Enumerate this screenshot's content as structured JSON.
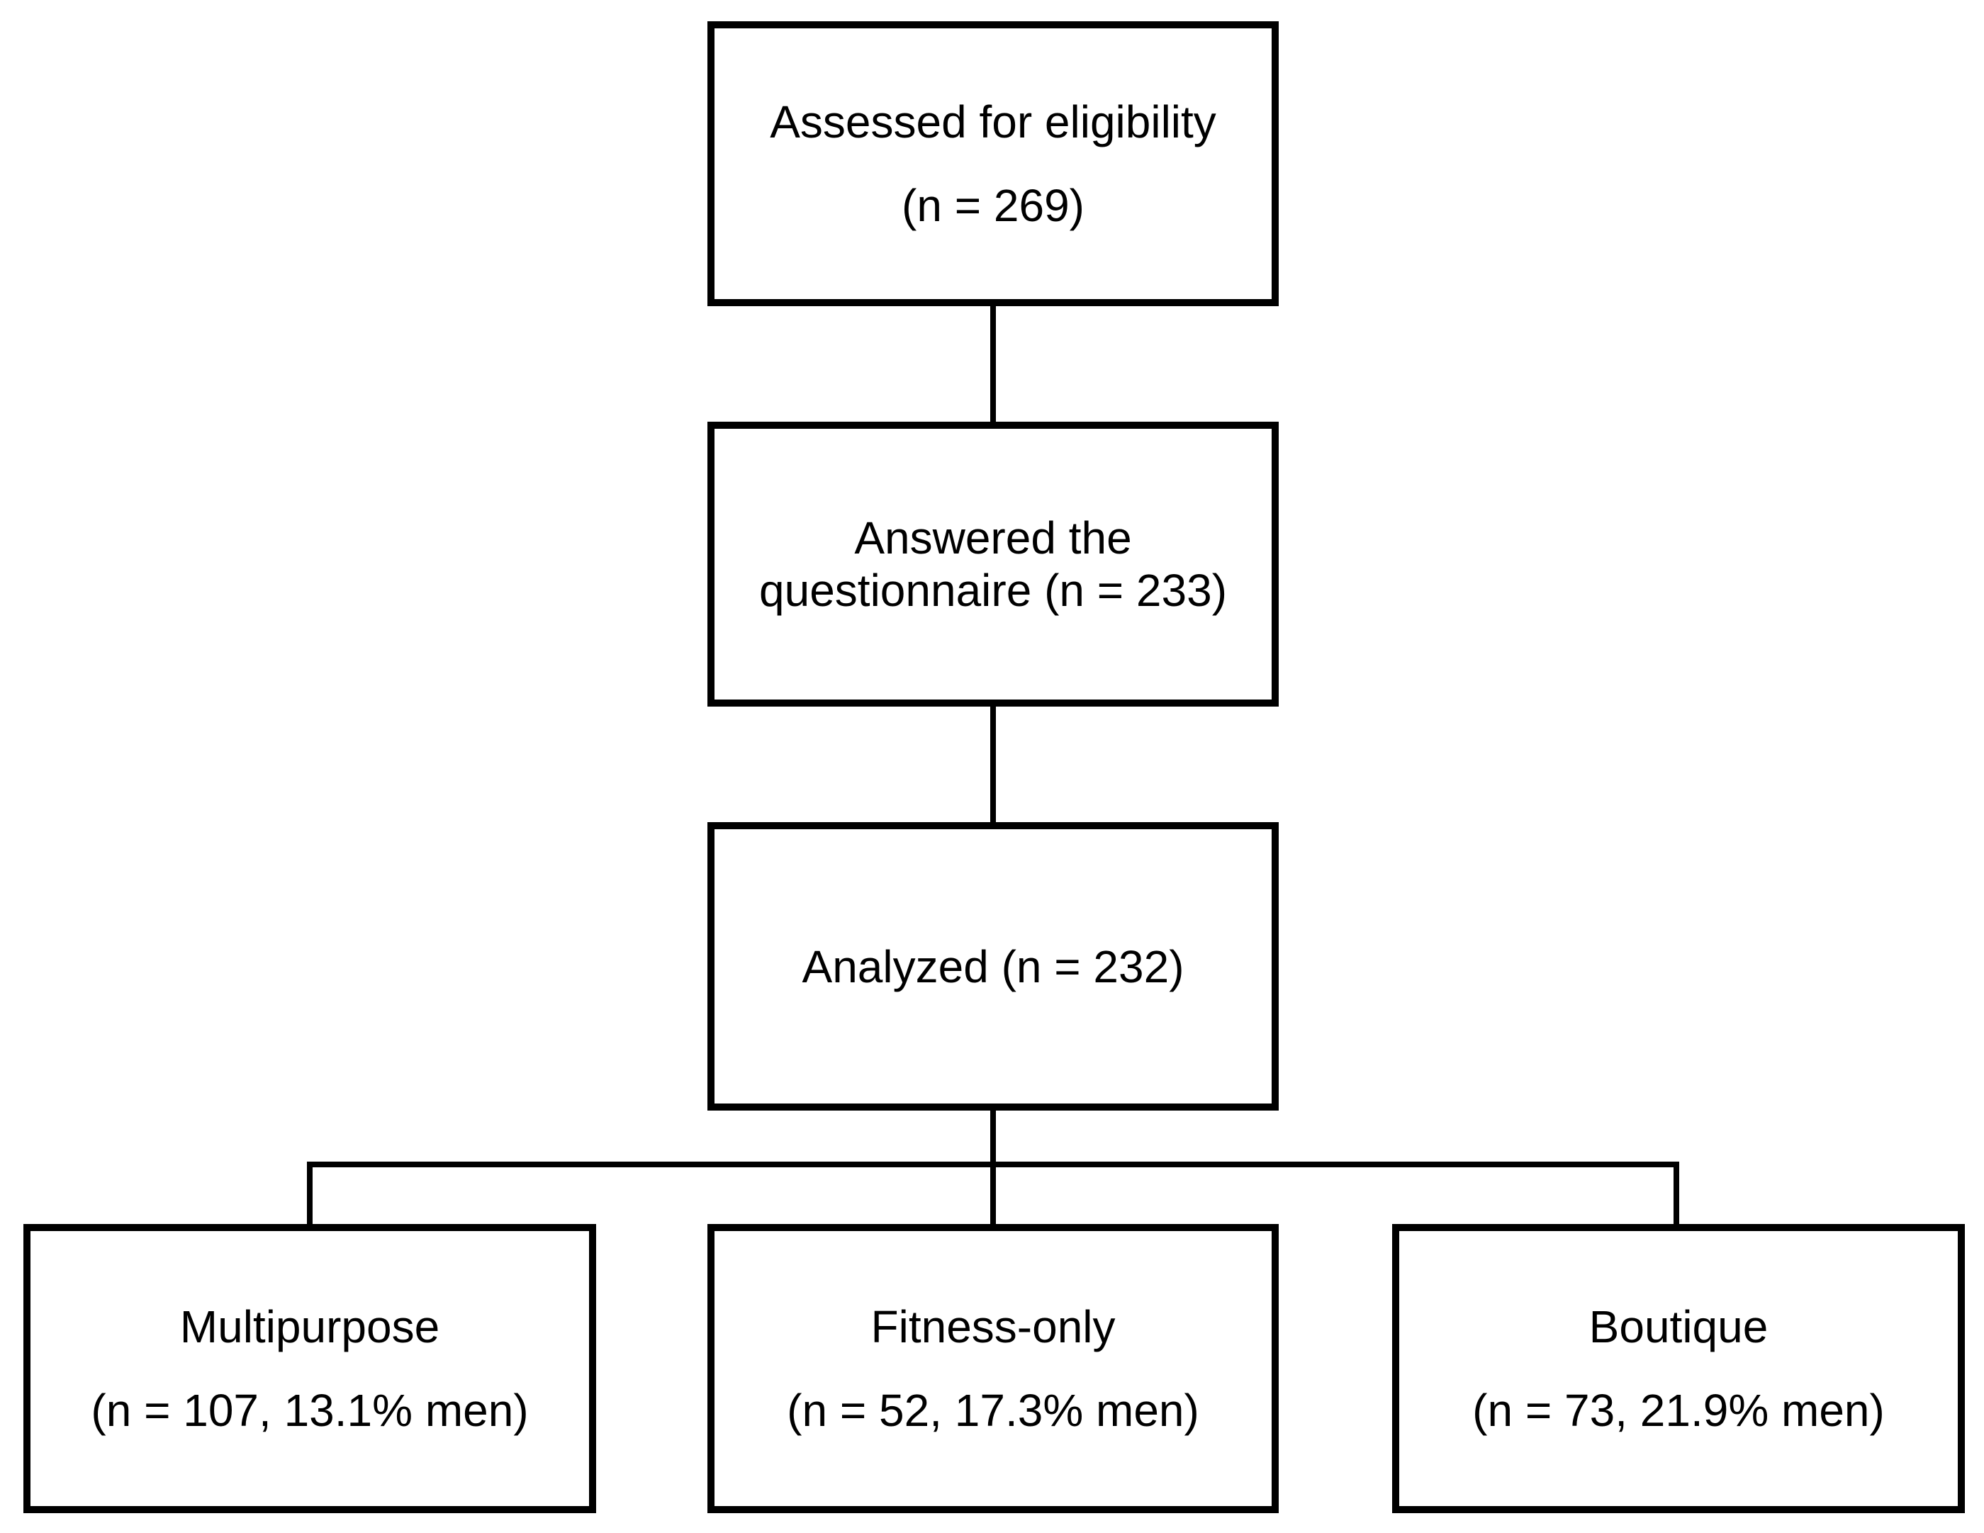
{
  "flowchart": {
    "eligibility": {
      "label": "Assessed for eligibility",
      "count": "(n = 269)"
    },
    "answered": {
      "label": "Answered the",
      "count": "questionnaire (n = 233)"
    },
    "analyzed": {
      "label": "Analyzed (n = 232)"
    },
    "groups": [
      {
        "label": "Multipurpose",
        "count": "(n = 107, 13.1% men)"
      },
      {
        "label": "Fitness-only",
        "count": "(n = 52, 17.3% men)"
      },
      {
        "label": "Boutique",
        "count": "(n = 73, 21.9% men)"
      }
    ]
  },
  "colors": {
    "line": "#000000",
    "background": "#ffffff"
  }
}
